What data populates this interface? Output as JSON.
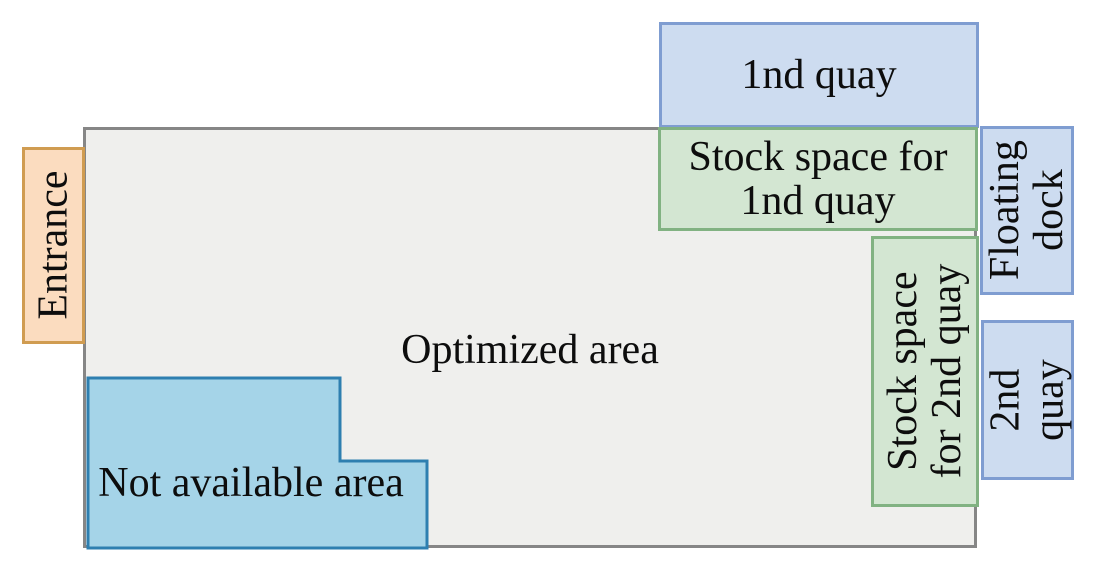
{
  "diagram": {
    "title_hint": "port area layout",
    "regions": {
      "optimized": {
        "label": "Optimized area"
      },
      "entrance": {
        "label": "Entrance"
      },
      "first_quay": {
        "label": "1nd quay"
      },
      "stock_first": {
        "label": "Stock space for\n1nd quay"
      },
      "floating_dock": {
        "label": "Floating\ndock"
      },
      "stock_second": {
        "label": "Stock space\nfor 2nd quay"
      },
      "second_quay": {
        "label": "2nd\nquay"
      },
      "not_available": {
        "label": "Not available area"
      }
    }
  },
  "colors": {
    "canvas-bg": "#ffffff",
    "text": "#0d0d0d",
    "area-fill": "#efefed",
    "area-border": "#868686",
    "blue-fill": "#cddcf0",
    "blue-border": "#7f9dd1",
    "green-fill": "#d3e6d2",
    "green-border": "#81b282",
    "orange-fill": "#fbdcbf",
    "orange-border": "#d09c51",
    "navail-fill": "#a5d4e8",
    "navail-border": "#2e7fb0"
  }
}
